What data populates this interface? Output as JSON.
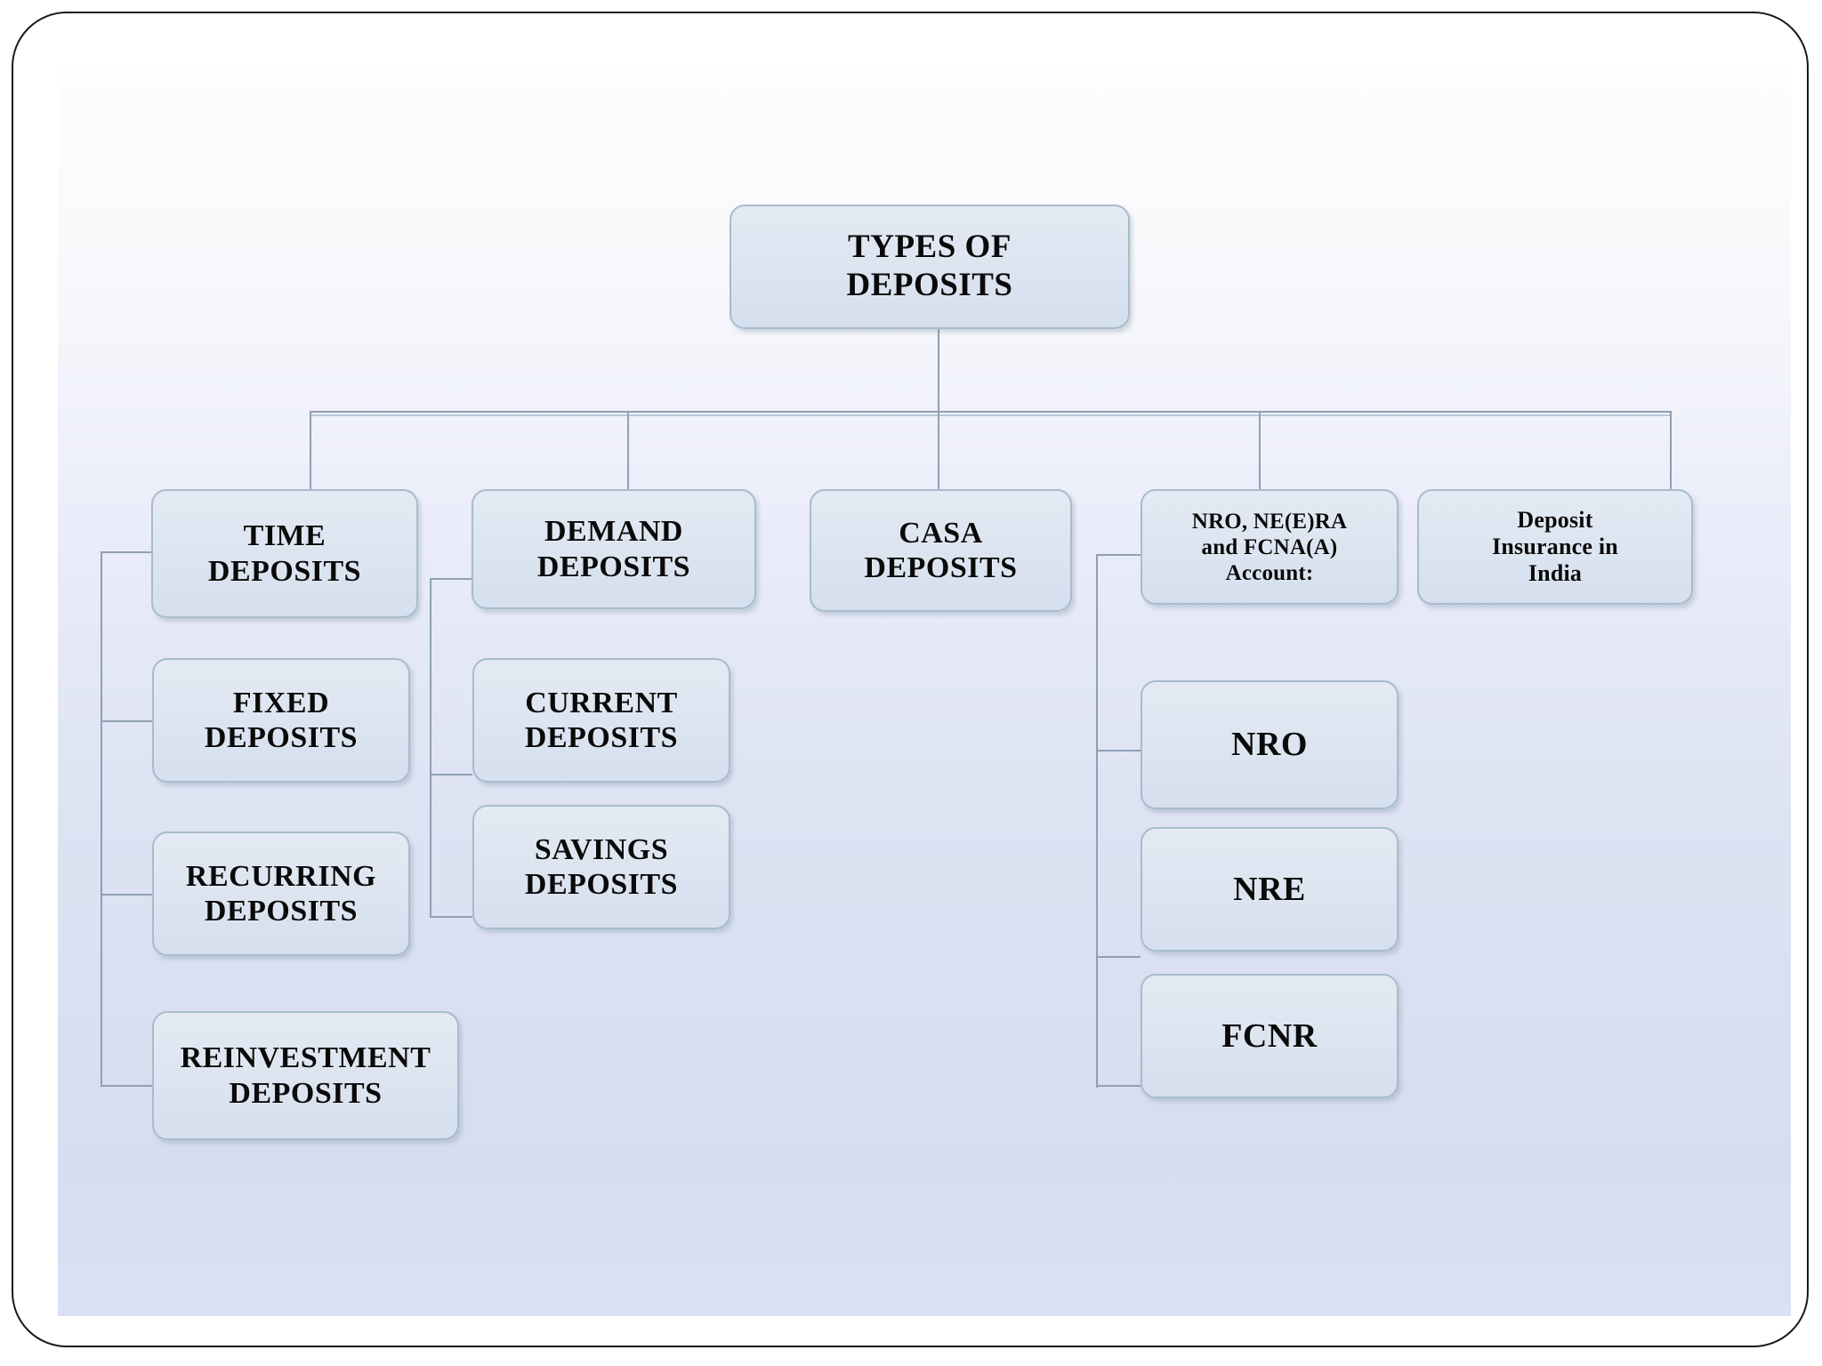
{
  "slide": {
    "title": "Types of Deposits organization chart",
    "background_top_color": "#fdfdfd",
    "background_bottom_color": "#d7def0",
    "node_fill_color": "#dde5f1",
    "node_border_color": "#a8bccb",
    "connector_color": "#8fa0b4",
    "text_color": "#0a0a0a"
  },
  "chart_data": {
    "type": "tree",
    "title": "TYPES OF DEPOSITS",
    "root": "TYPES OF DEPOSITS",
    "branches": [
      {
        "label": "TIME DEPOSITS",
        "children": [
          "FIXED DEPOSITS",
          "RECURRING DEPOSITS",
          "REINVESTMENT DEPOSITS"
        ]
      },
      {
        "label": "DEMAND DEPOSITS",
        "children": [
          "CURRENT DEPOSITS",
          "SAVINGS DEPOSITS"
        ]
      },
      {
        "label": "CASA DEPOSITS",
        "children": []
      },
      {
        "label": "NRO, NE(E)RA and FCNA(A) Account:",
        "children": [
          "NRO",
          "NRE",
          "FCNR"
        ]
      },
      {
        "label": "Deposit Insurance in India",
        "children": []
      }
    ]
  },
  "nodes": {
    "root": {
      "label": "TYPES OF\nDEPOSITS"
    },
    "time_deposits": {
      "label": "TIME\nDEPOSITS"
    },
    "fixed_deposits": {
      "label": "FIXED\nDEPOSITS"
    },
    "recurring_deposits": {
      "label": "RECURRING\nDEPOSITS"
    },
    "reinvestment_deposits": {
      "label": "REINVESTMENT\nDEPOSITS"
    },
    "demand_deposits": {
      "label": "DEMAND\nDEPOSITS"
    },
    "current_deposits": {
      "label": "CURRENT\nDEPOSITS"
    },
    "savings_deposits": {
      "label": "SAVINGS\nDEPOSITS"
    },
    "casa_deposits": {
      "label": "CASA\nDEPOSITS"
    },
    "nro_group": {
      "label": "NRO, NE(E)RA\nand FCNA(A)\nAccount:"
    },
    "nro": {
      "label": "NRO"
    },
    "nre": {
      "label": "NRE"
    },
    "fcnr": {
      "label": "FCNR"
    },
    "deposit_insurance": {
      "label": "Deposit\nInsurance in\nIndia"
    }
  }
}
